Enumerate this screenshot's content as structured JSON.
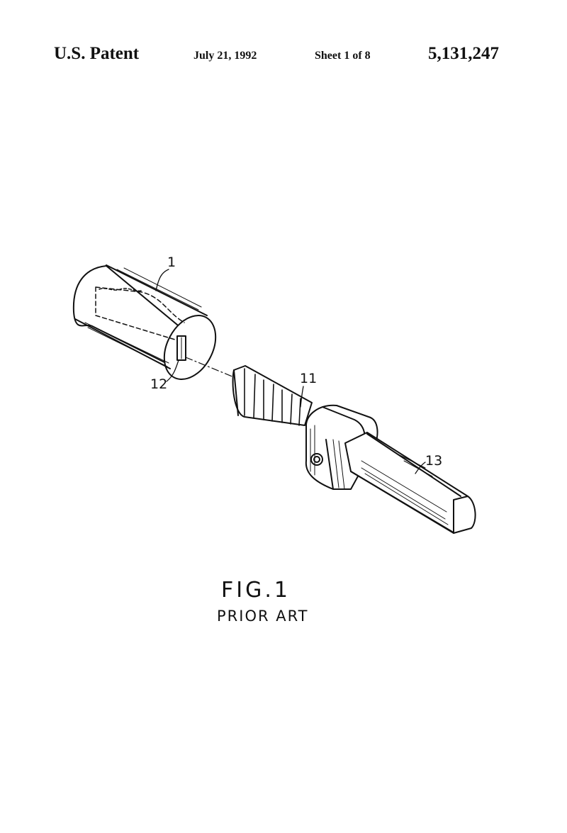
{
  "header": {
    "title": "U.S. Patent",
    "date": "July 21, 1992",
    "sheet": "Sheet 1 of 8",
    "patent_number": "5,131,247"
  },
  "figure": {
    "label": "FIG.1",
    "subtitle": "PRIOR ART",
    "reference_numerals": {
      "cylinder": "1",
      "slot": "12",
      "key_blade": "11",
      "shaft": "13"
    }
  },
  "colors": {
    "ink": "#111111",
    "paper": "#ffffff"
  }
}
